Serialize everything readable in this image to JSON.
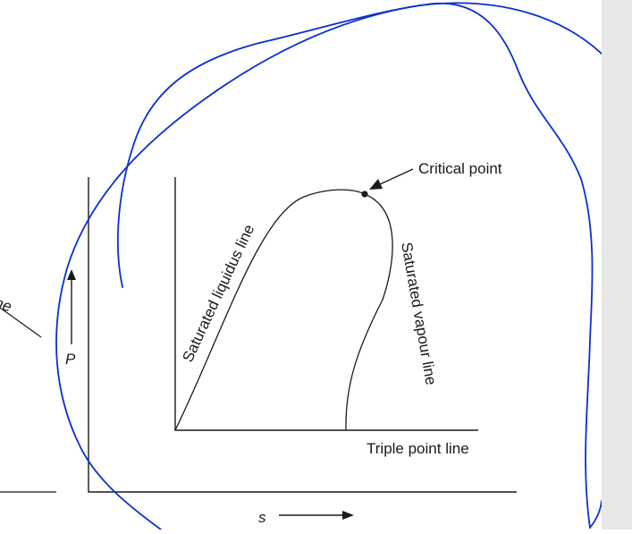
{
  "diagram": {
    "labels": {
      "critical_point": "Critical point",
      "saturated_liquidus": "Saturated liquidus line",
      "saturated_vapour": "Saturated vapour line",
      "triple_point": "Triple point line",
      "pressure_axis": "P",
      "entropy_axis": "s",
      "cut_off_fragment": "ne"
    },
    "colors": {
      "ink": "#1a1a1a",
      "annotation": "#0b2fd1",
      "gutter": "#e8e8e8"
    }
  }
}
